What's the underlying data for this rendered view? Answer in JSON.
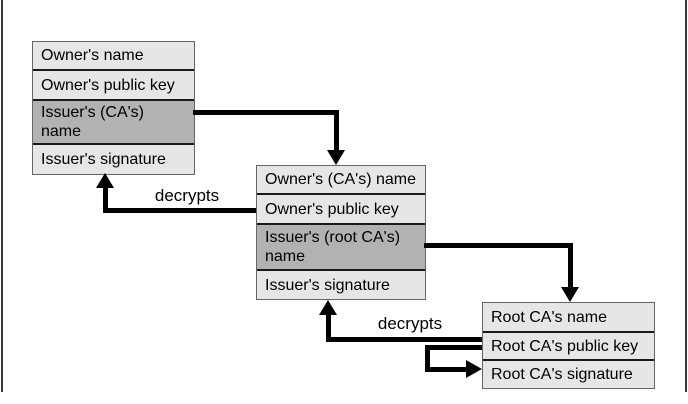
{
  "figure": {
    "type": "certificate-chain-diagram",
    "certificates": [
      {
        "id": "owner-certificate",
        "rows": [
          {
            "label": "Owner's name",
            "shade": "light"
          },
          {
            "label": "Owner's public key",
            "shade": "light"
          },
          {
            "label": "Issuer's (CA's)\nname",
            "shade": "dark"
          },
          {
            "label": "Issuer's signature",
            "shade": "light"
          }
        ]
      },
      {
        "id": "ca-certificate",
        "rows": [
          {
            "label": "Owner's (CA's) name",
            "shade": "light"
          },
          {
            "label": "Owner's public key",
            "shade": "light"
          },
          {
            "label": "Issuer's (root CA's)\nname",
            "shade": "dark"
          },
          {
            "label": "Issuer's signature",
            "shade": "light"
          }
        ]
      },
      {
        "id": "root-ca-certificate",
        "rows": [
          {
            "label": "Root CA's name",
            "shade": "light"
          },
          {
            "label": "Root CA's public key",
            "shade": "light"
          },
          {
            "label": "Root CA's signature",
            "shade": "light"
          }
        ]
      }
    ],
    "arrow_labels": [
      {
        "text": "decrypts"
      },
      {
        "text": "decrypts"
      }
    ],
    "colors": {
      "row_light": "#e6e6e6",
      "row_dark": "#b2b2b2",
      "arrow": "#000000",
      "box_border": "#666666",
      "row_separator": "#1a1a1a",
      "frame_line": "#3a3a3a"
    }
  }
}
